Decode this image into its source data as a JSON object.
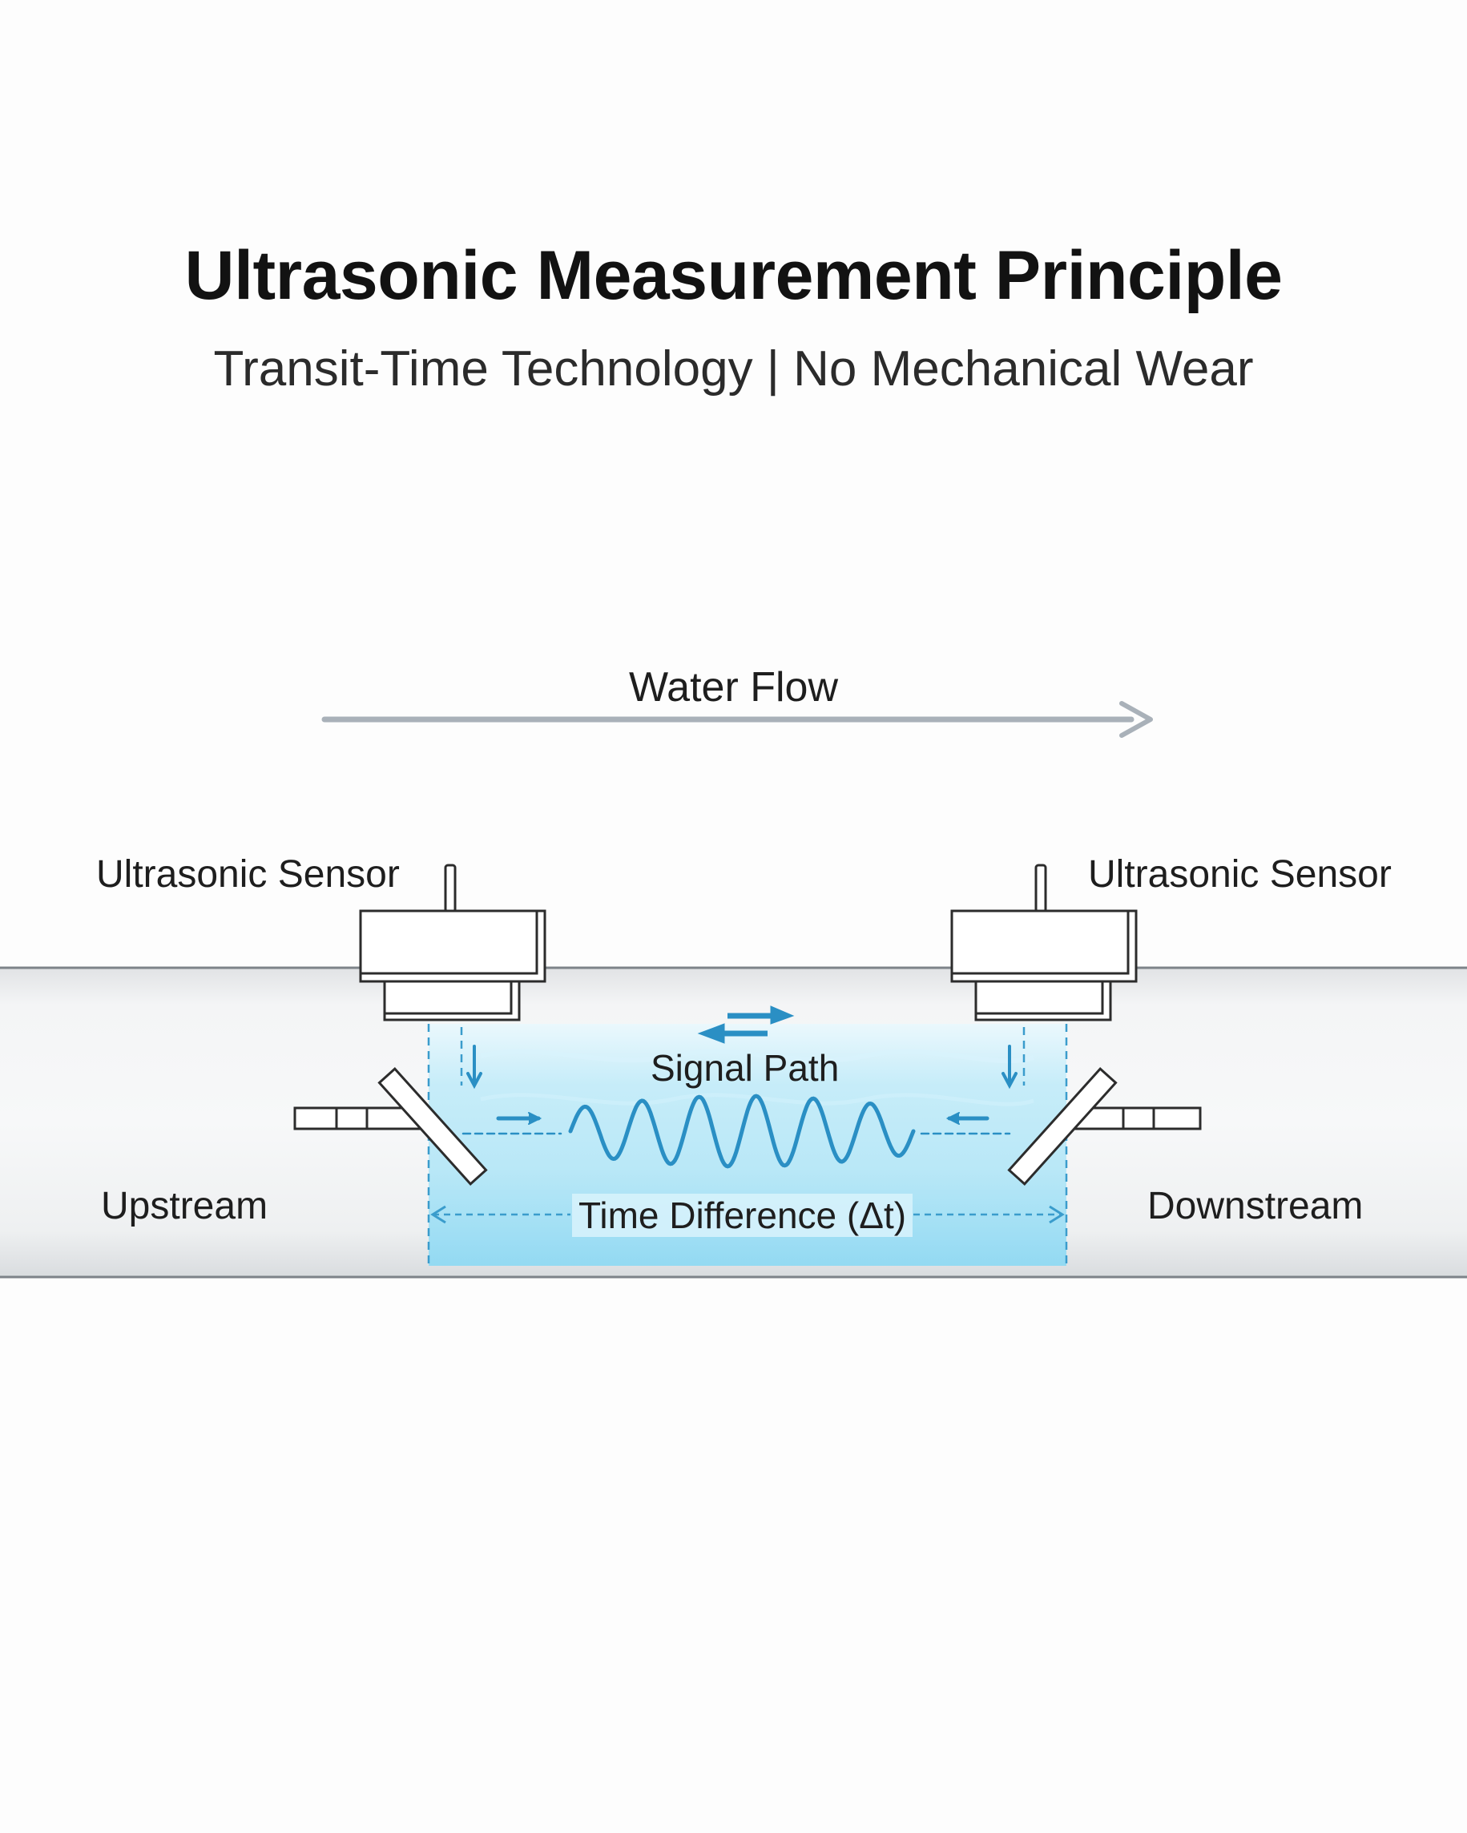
{
  "title": "Ultrasonic Measurement Principle",
  "subtitle": "Transit-Time Technology | No Mechanical Wear",
  "labels": {
    "water_flow": "Water Flow",
    "sensor_left": "Ultrasonic Sensor",
    "sensor_right": "Ultrasonic Sensor",
    "signal_path": "Signal Path",
    "upstream": "Upstream",
    "downstream": "Downstream",
    "time_difference": "Time Difference (Δt)"
  },
  "colors": {
    "signal": "#2a8fc4",
    "water": "#9fe0f6",
    "flow_arrow": "#a9b1b9",
    "pipe_edge": "#7d8389"
  },
  "icons": [
    "flow-arrow-icon",
    "bidirectional-arrows-icon",
    "sensor-icon",
    "reflector-icon",
    "wave-icon"
  ]
}
